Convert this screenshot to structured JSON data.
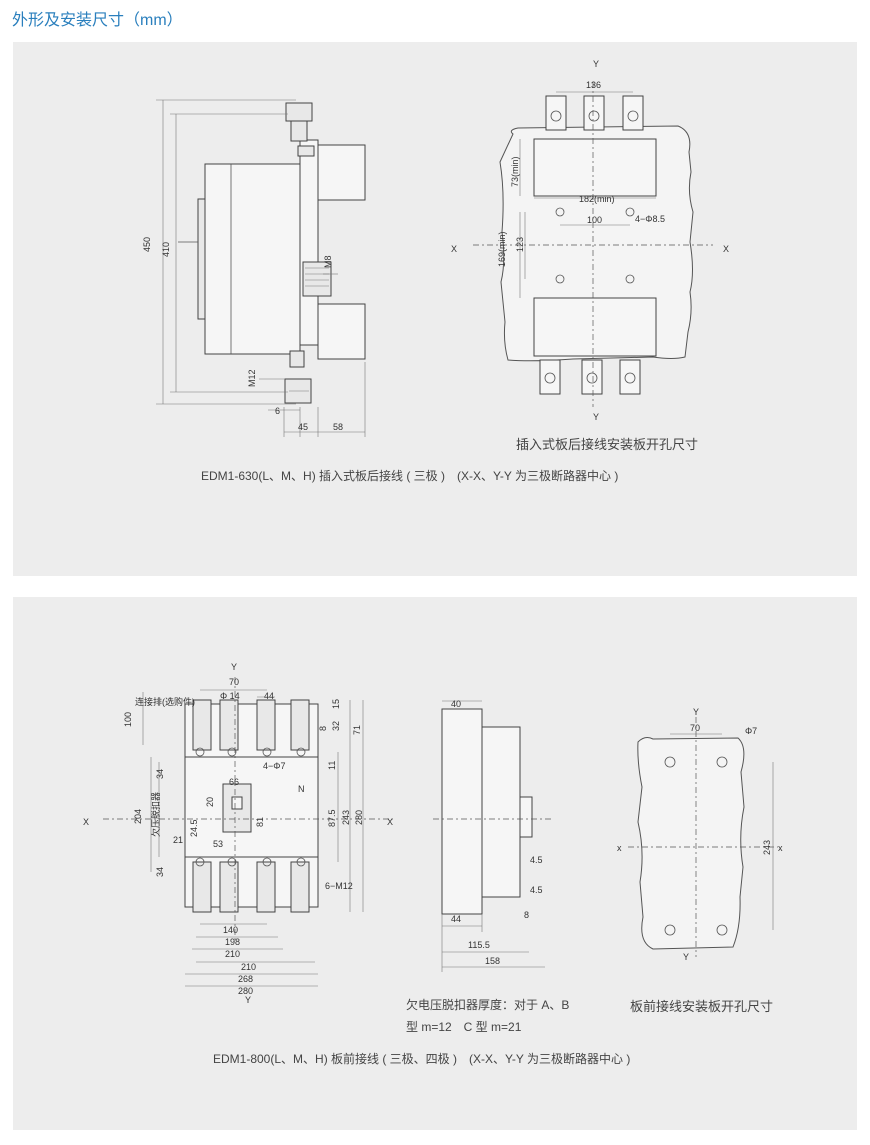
{
  "page_title": "外形及安装尺寸（mm）",
  "panel1": {
    "caption": "EDM1-630(L、M、H) 插入式板后接线 ( 三极 )　(X-X、Y-Y 为三极断路器中心 )",
    "side_dims": [
      "450",
      "410",
      "M8",
      "M12",
      "6",
      "45",
      "58"
    ],
    "plate_label": "插入式板后接线安装板开孔尺寸",
    "plate_dims": [
      "136",
      "73(min)",
      "182(min)",
      "4−Φ8.5",
      "100",
      "123",
      "169(min)"
    ],
    "axis_labels": [
      "X",
      "X",
      "Y",
      "Y"
    ]
  },
  "panel2": {
    "caption": "EDM1-800(L、M、H) 板前接线 ( 三极、四极 )　(X-X、Y-Y 为三极断路器中心 )",
    "note_line1": "欠电压脱扣器厚度：对于 A、B",
    "note_line2": "型 m=12　C 型 m=21",
    "plate_label": "板前接线安装板开孔尺寸",
    "front_labels": [
      "连接排(选购件)",
      "Φ 14",
      "4−Φ7",
      "欠压脱扣器",
      "N",
      "6−M12"
    ],
    "front_dims": [
      "70",
      "44",
      "100",
      "15",
      "32",
      "8",
      "71",
      "34",
      "66",
      "11",
      "204",
      "20",
      "81",
      "87.5",
      "243",
      "280",
      "24.5",
      "21",
      "53",
      "34",
      "140",
      "198",
      "210",
      "210",
      "268",
      "280"
    ],
    "side_dims": [
      "40",
      "4.5",
      "4.5",
      "8",
      "44",
      "115.5",
      "158"
    ],
    "plate_dims": [
      "70",
      "Φ7",
      "243"
    ],
    "axis_labels": [
      "Y",
      "Y",
      "X",
      "X",
      "Y",
      "x",
      "x",
      "Y"
    ]
  }
}
